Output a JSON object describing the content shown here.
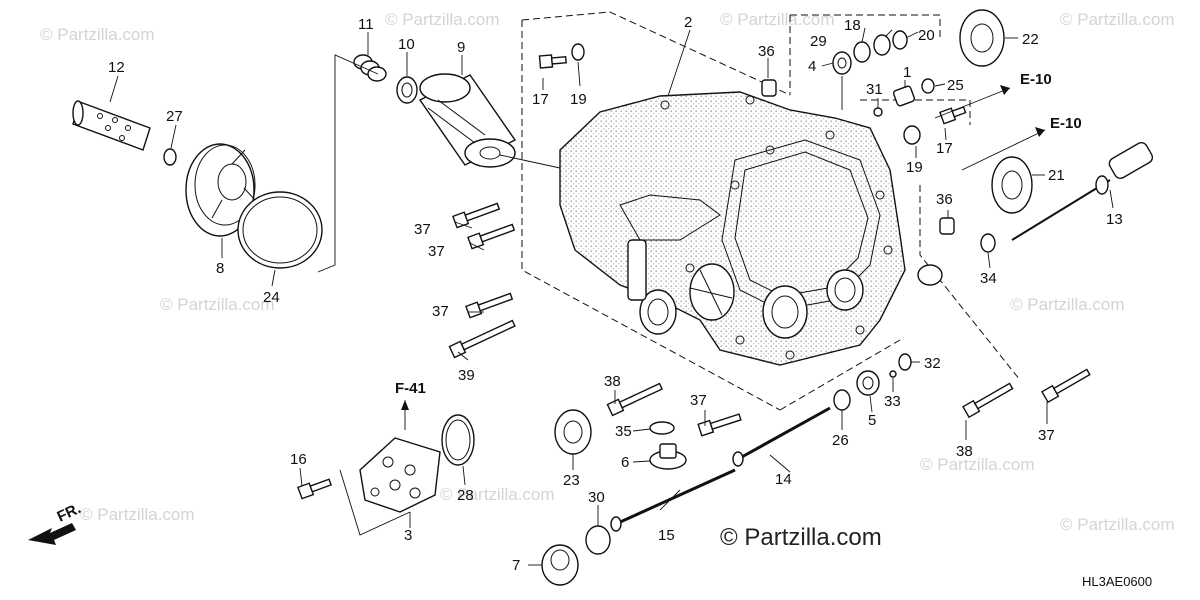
{
  "watermarks": [
    "© Partzilla.com",
    "© Partzilla.com",
    "© Partzilla.com",
    "© Partzilla.com",
    "© Partzilla.com",
    "© Partzilla.com",
    "© Partzilla.com",
    "© Partzilla.com",
    "© Partzilla.com",
    "© Partzilla.com"
  ],
  "watermark_main": "© Partzilla.com",
  "diagram_code": "HL3AE0600",
  "direction_label": "FR.",
  "refs": {
    "e10_a": "E-10",
    "e10_b": "E-10",
    "f41": "F-41"
  },
  "callouts": {
    "p1": "1",
    "p2": "2",
    "p3": "3",
    "p4": "4",
    "p5": "5",
    "p6": "6",
    "p7": "7",
    "p8": "8",
    "p9": "9",
    "p10": "10",
    "p11": "11",
    "p12": "12",
    "p13": "13",
    "p14": "14",
    "p15": "15",
    "p16": "16",
    "p17a": "17",
    "p17b": "17",
    "p18": "18",
    "p19a": "19",
    "p19b": "19",
    "p20": "20",
    "p21": "21",
    "p22": "22",
    "p23": "23",
    "p24": "24",
    "p25": "25",
    "p26": "26",
    "p27": "27",
    "p28": "28",
    "p29": "29",
    "p30": "30",
    "p31": "31",
    "p32": "32",
    "p33": "33",
    "p34": "34",
    "p35": "35",
    "p36a": "36",
    "p36b": "36",
    "p37a": "37",
    "p37b": "37",
    "p37c": "37",
    "p37d": "37",
    "p37e": "37",
    "p38a": "38",
    "p38b": "38",
    "p39": "39"
  },
  "colors": {
    "line": "#111111",
    "watermark": "#d4d4d4",
    "background": "#ffffff"
  }
}
